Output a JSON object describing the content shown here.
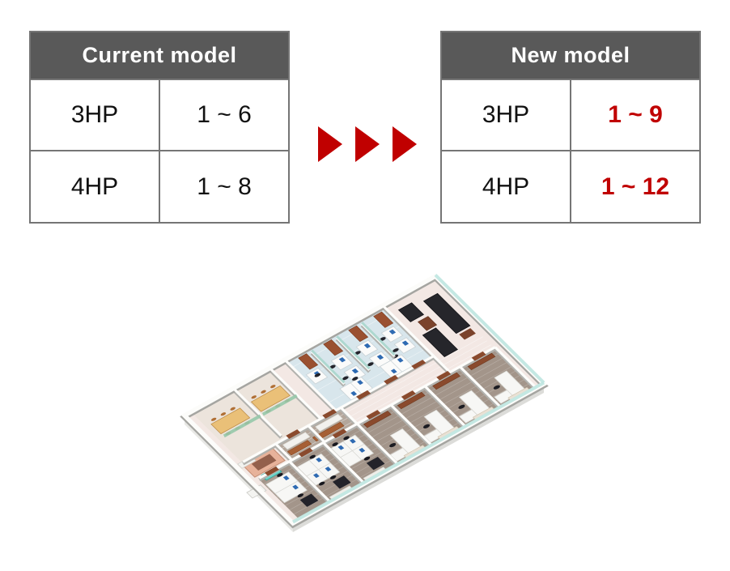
{
  "comparison": {
    "current": {
      "title": "Current model",
      "rows": [
        {
          "model": "3HP",
          "range": "1 ~ 6"
        },
        {
          "model": "4HP",
          "range": "1 ~ 8"
        }
      ]
    },
    "new": {
      "title": "New model",
      "rows": [
        {
          "model": "3HP",
          "range": "1 ~ 9"
        },
        {
          "model": "4HP",
          "range": "1 ~ 12"
        }
      ]
    }
  },
  "style": {
    "header_bg": "#595959",
    "header_text": "#ffffff",
    "accent_red": "#c00000",
    "table_border": "#757575"
  },
  "floorplan": {
    "alt": "Isometric 3D rendering of an office floor plan with lounge sofas, glass-partitioned cubicles, meeting rooms, private offices and corridors"
  }
}
